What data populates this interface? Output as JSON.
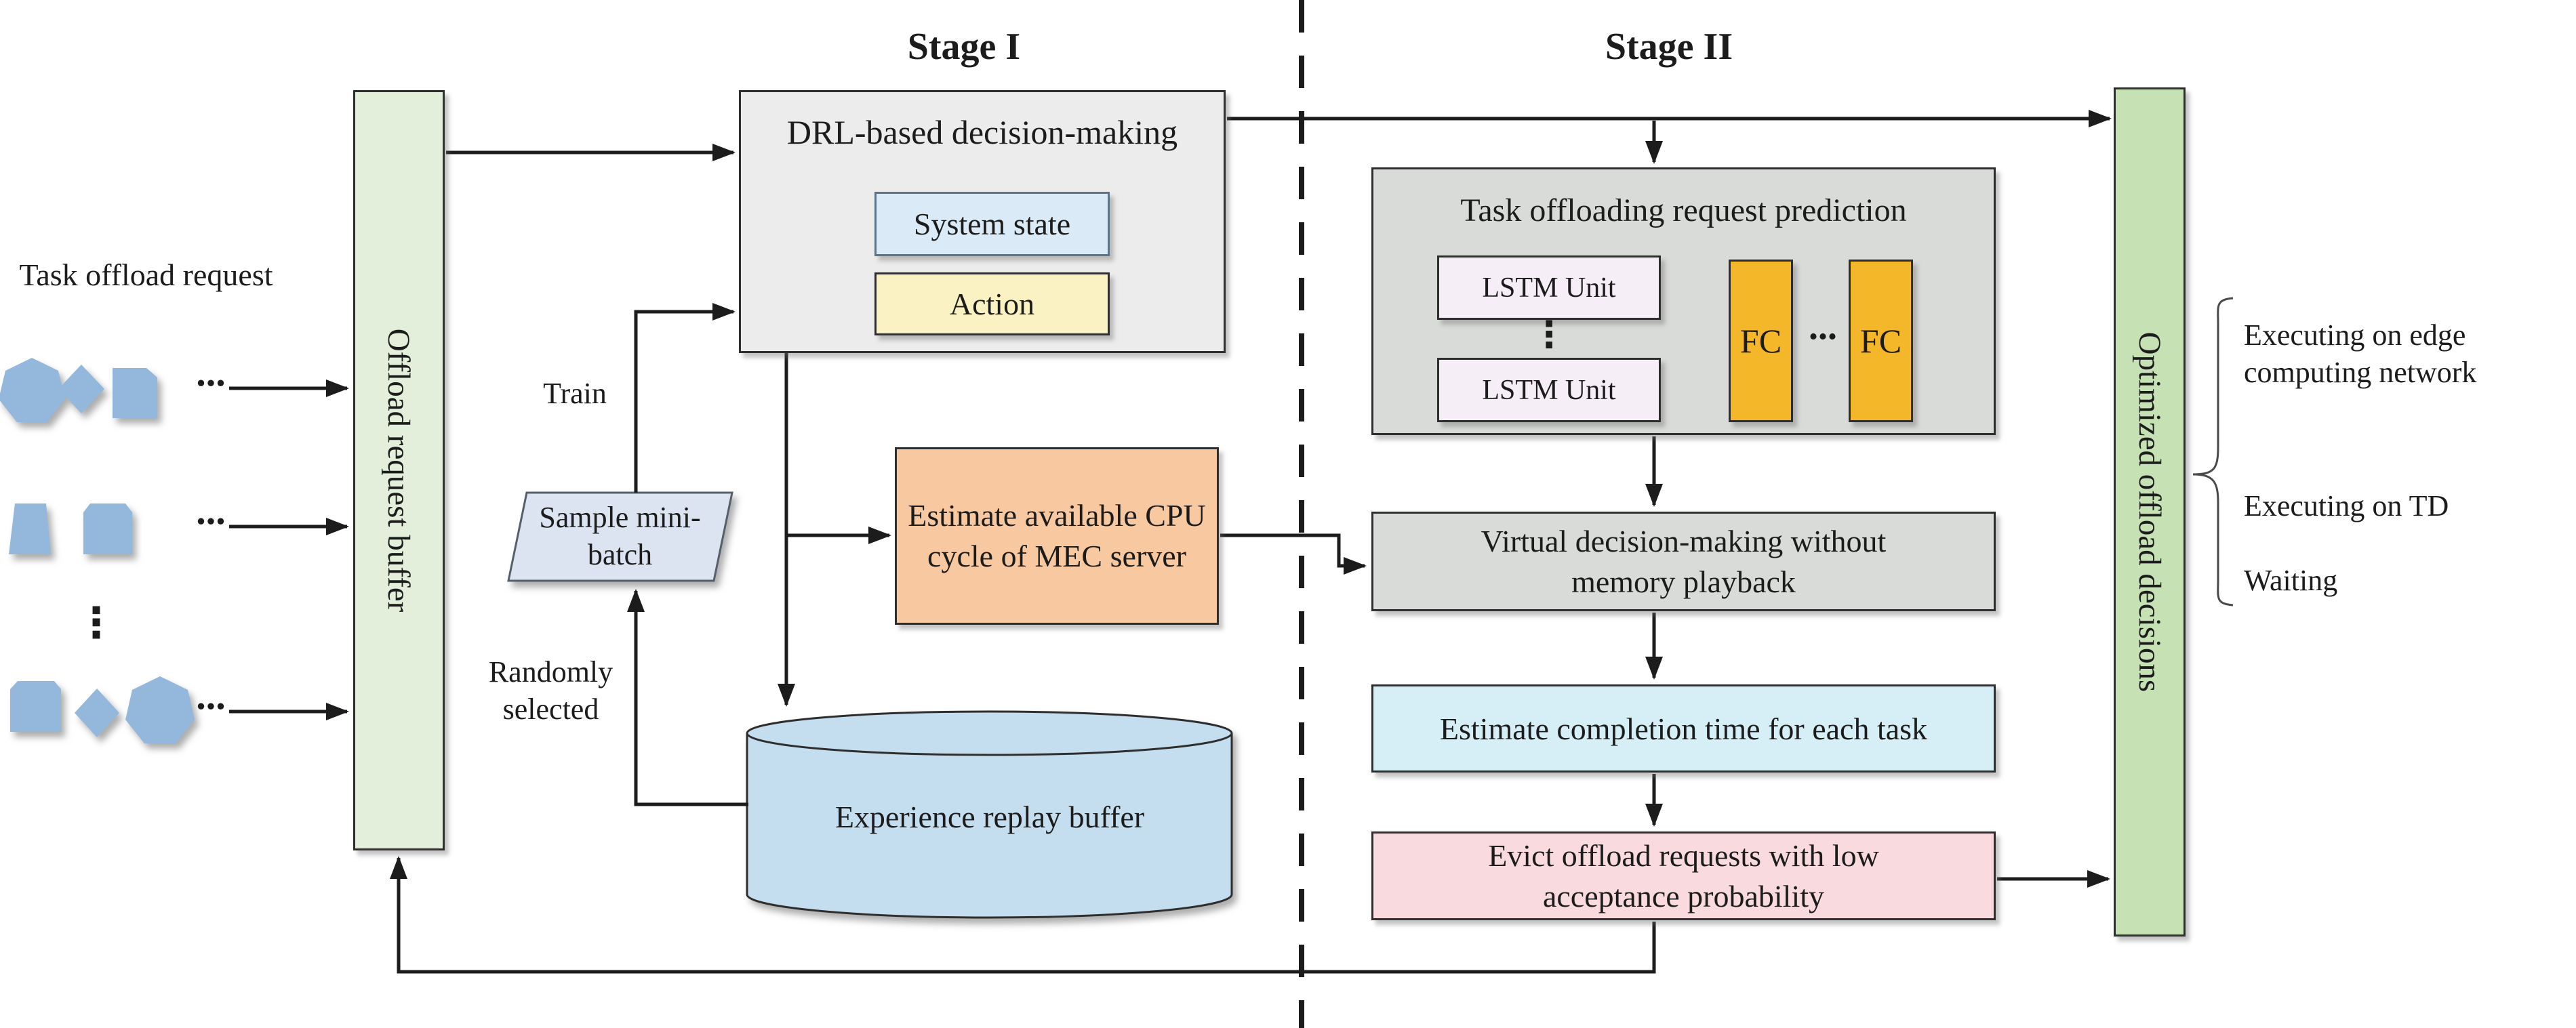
{
  "colors": {
    "background": "#ffffff",
    "line": "#1c1c1c",
    "buffer_green": "#e3efdb",
    "decisions_green": "#c6e2b4",
    "drl_gray": "#ececec",
    "stage2_gray": "#d9dbd8",
    "system_blue": "#daeaf6",
    "action_yellow": "#fbf2c4",
    "sample_blue": "#dce4f2",
    "cpu_orange": "#f8c9a0",
    "cylinder_blue": "#c4ddef",
    "lstm_pink": "#f6eef6",
    "fc_amber": "#f5b72a",
    "completion_cyan": "#d6eef5",
    "evict_pink": "#f9dade",
    "task_shape_blue": "#93b8dc"
  },
  "titles": {
    "stage1": "Stage I",
    "stage2": "Stage II"
  },
  "left_panel": {
    "label": "Task offload request",
    "ellipsis": "...",
    "v_ellipsis": "⋮",
    "buffer_label": "Offload request buffer"
  },
  "stage1": {
    "drl_title": "DRL-based decision-making",
    "system_state": "System state",
    "action": "Action",
    "train": "Train",
    "sample_mini_batch": "Sample mini-batch",
    "randomly_selected": "Randomly selected",
    "estimate_cpu": "Estimate available CPU cycle of MEC server",
    "replay_buffer": "Experience replay buffer"
  },
  "stage2": {
    "prediction_title": "Task offloading request prediction",
    "lstm_unit": "LSTM Unit",
    "fc": "FC",
    "fc_ellipsis": "...",
    "virtual_decision": "Virtual decision-making without memory playback",
    "estimate_completion": "Estimate completion time for each task",
    "evict": "Evict offload requests with low acceptance probability"
  },
  "right_panel": {
    "decisions_label": "Optimized offload decisions",
    "outcome_edge": "Executing on edge computing network",
    "outcome_td": "Executing on TD",
    "outcome_waiting": "Waiting"
  }
}
